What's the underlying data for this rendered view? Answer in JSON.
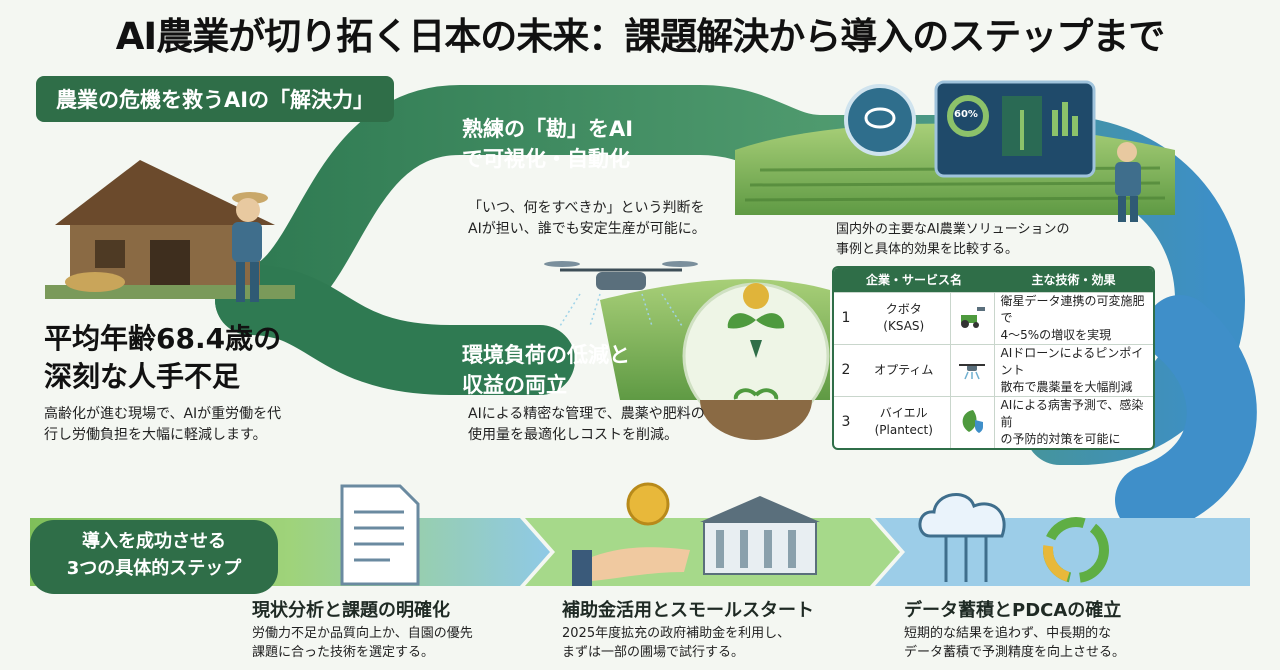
{
  "title": "AI農業が切り拓く日本の未来：課題解決から導入のステップまで",
  "section_label": "農業の危機を救うAIの「解決力」",
  "problem": {
    "headline_1": "平均年齢68.4歳の",
    "headline_2": "深刻な人手不足",
    "body_1": "高齢化が進む現場で、AIが重労働を代",
    "body_2": "行し労働負担を大幅に軽減します。"
  },
  "solution1": {
    "label_1": "熟練の「勘」をAI",
    "label_2": "で可視化・自動化",
    "body_1": "「いつ、何をすべきか」という判断を",
    "body_2": "AIが担い、誰でも安定生産が可能に。"
  },
  "solution2": {
    "label_1": "環境負荷の低減と",
    "label_2": "収益の両立",
    "body_1": "AIによる精密な管理で、農薬や肥料の",
    "body_2": "使用量を最適化しコストを削減。"
  },
  "dashboard": {
    "gauge_text": "60%"
  },
  "comparison": {
    "intro_1": "国内外の主要なAI農業ソリューションの",
    "intro_2": "事例と具体的効果を比較する。",
    "header_company": "企業・サービス名",
    "header_effect": "主な技術・効果",
    "rows": [
      {
        "num": "1",
        "company_1": "クボタ",
        "company_2": "(KSAS)",
        "icon": "tractor-satellite-icon",
        "effect_1": "衛星データ連携の可変施肥で",
        "effect_2": "4〜5%の増収を実現"
      },
      {
        "num": "2",
        "company_1": "オプティム",
        "company_2": "",
        "icon": "drone-icon",
        "effect_1": "AIドローンによるピンポイント",
        "effect_2": "散布で農薬量を大幅削減"
      },
      {
        "num": "3",
        "company_1": "バイエル",
        "company_2": "(Plantect)",
        "icon": "leaf-shield-icon",
        "effect_1": "AIによる病害予測で、感染前",
        "effect_2": "の予防的対策を可能に"
      }
    ]
  },
  "steps_label_1": "導入を成功させる",
  "steps_label_2": "3つの具体的ステップ",
  "steps": [
    {
      "title": "現状分析と課題の明確化",
      "body_1": "労働力不足か品質向上か、自園の優先",
      "body_2": "課題に合った技術を選定する。",
      "icon": "document-icon"
    },
    {
      "title": "補助金活用とスモールスタート",
      "body_1": "2025年度拡充の政府補助金を利用し、",
      "body_2": "まずは一部の圃場で試行する。",
      "icon": "coin-hand-building-icon"
    },
    {
      "title": "データ蓄積とPDCAの確立",
      "body_1": "短期的な結果を追わず、中長期的な",
      "body_2": "データ蓄積で予測精度を向上させる。",
      "icon": "cloud-cycle-icon"
    }
  ],
  "colors": {
    "primary": "#2f6e48",
    "light_green": "#8cc26a",
    "blue": "#3f8fc9"
  }
}
